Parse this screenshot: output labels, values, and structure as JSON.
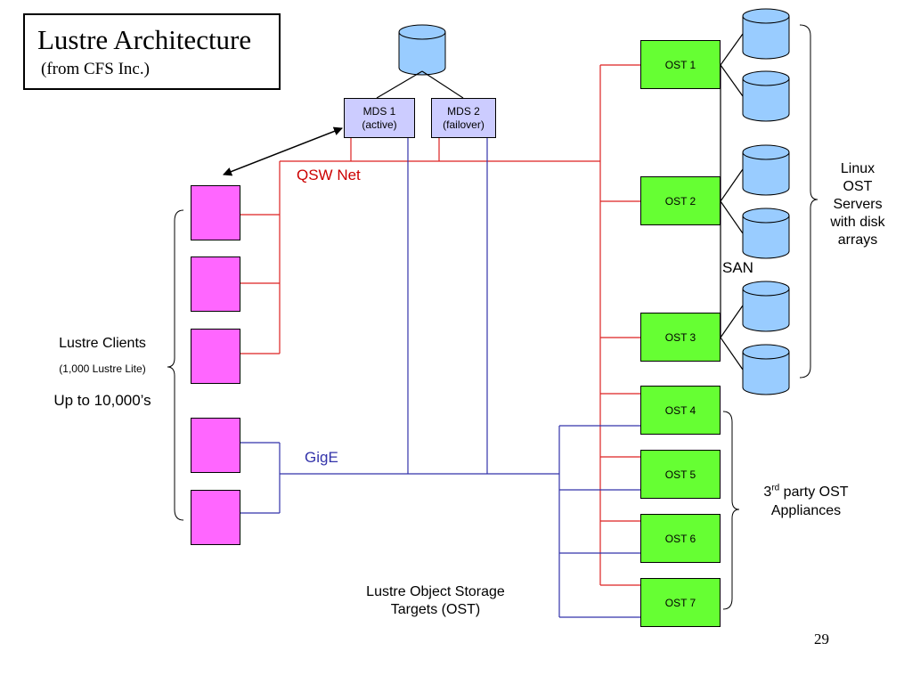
{
  "title": {
    "main": "Lustre Architecture",
    "sub": "(from CFS Inc.)"
  },
  "mds": [
    {
      "line1": "MDS 1",
      "line2": "(active)"
    },
    {
      "line1": "MDS 2",
      "line2": "(failover)"
    }
  ],
  "networks": {
    "qsw": "QSW Net",
    "gige": "GigE",
    "san": "SAN"
  },
  "osts": [
    "OST 1",
    "OST 2",
    "OST 3",
    "OST 4",
    "OST 5",
    "OST 6",
    "OST 7"
  ],
  "clients": {
    "label": "Lustre Clients",
    "sublabel": "(1,000 Lustre Lite)",
    "scale": "Up to 10,000’s"
  },
  "linux_ost": {
    "lines": [
      "Linux",
      "OST",
      "Servers",
      "with disk",
      "arrays"
    ]
  },
  "third_party": {
    "prefix": "3",
    "sup": "rd",
    "suffix": " party OST",
    "line2": "Appliances"
  },
  "ost_caption": {
    "line1": "Lustre Object Storage",
    "line2": "Targets (OST)"
  },
  "page_number": "29",
  "colors": {
    "qsw_net": "#dd2222",
    "gige": "#3333aa",
    "mds_fill": "#ccccff",
    "ost_fill": "#66ff33",
    "client_fill": "#ff66ff",
    "disk_fill": "#99ccff"
  }
}
